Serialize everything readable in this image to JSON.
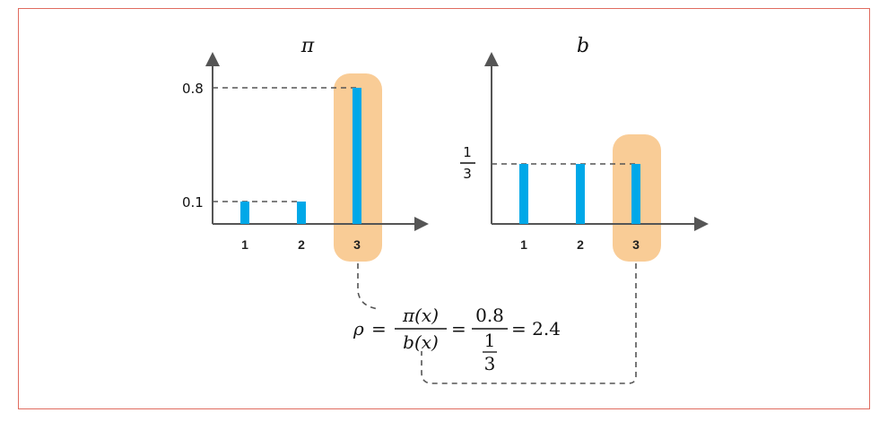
{
  "chart_data": [
    {
      "type": "bar",
      "title": "π",
      "categories": [
        "1",
        "2",
        "3"
      ],
      "values": [
        0.1,
        0.1,
        0.8
      ],
      "ylabels": [
        "0.8",
        "0.1"
      ],
      "highlight": "3"
    },
    {
      "type": "bar",
      "title": "b",
      "categories": [
        "1",
        "2",
        "3"
      ],
      "values": [
        0.3333,
        0.3333,
        0.3333
      ],
      "ylabels": [
        {
          "num": "1",
          "den": "3"
        }
      ],
      "highlight": "3"
    }
  ],
  "equation": {
    "rho": "ρ",
    "eq": "=",
    "pi_x": "π(x)",
    "b_x": "b(x)",
    "num_val": "0.8",
    "den_num": "1",
    "den_den": "3",
    "result": "= 2.4"
  },
  "colors": {
    "bar": "#00a8e8",
    "highlight": "#f9cc96",
    "axis": "#555555",
    "dash": "#555555",
    "border": "#e06b5f"
  }
}
